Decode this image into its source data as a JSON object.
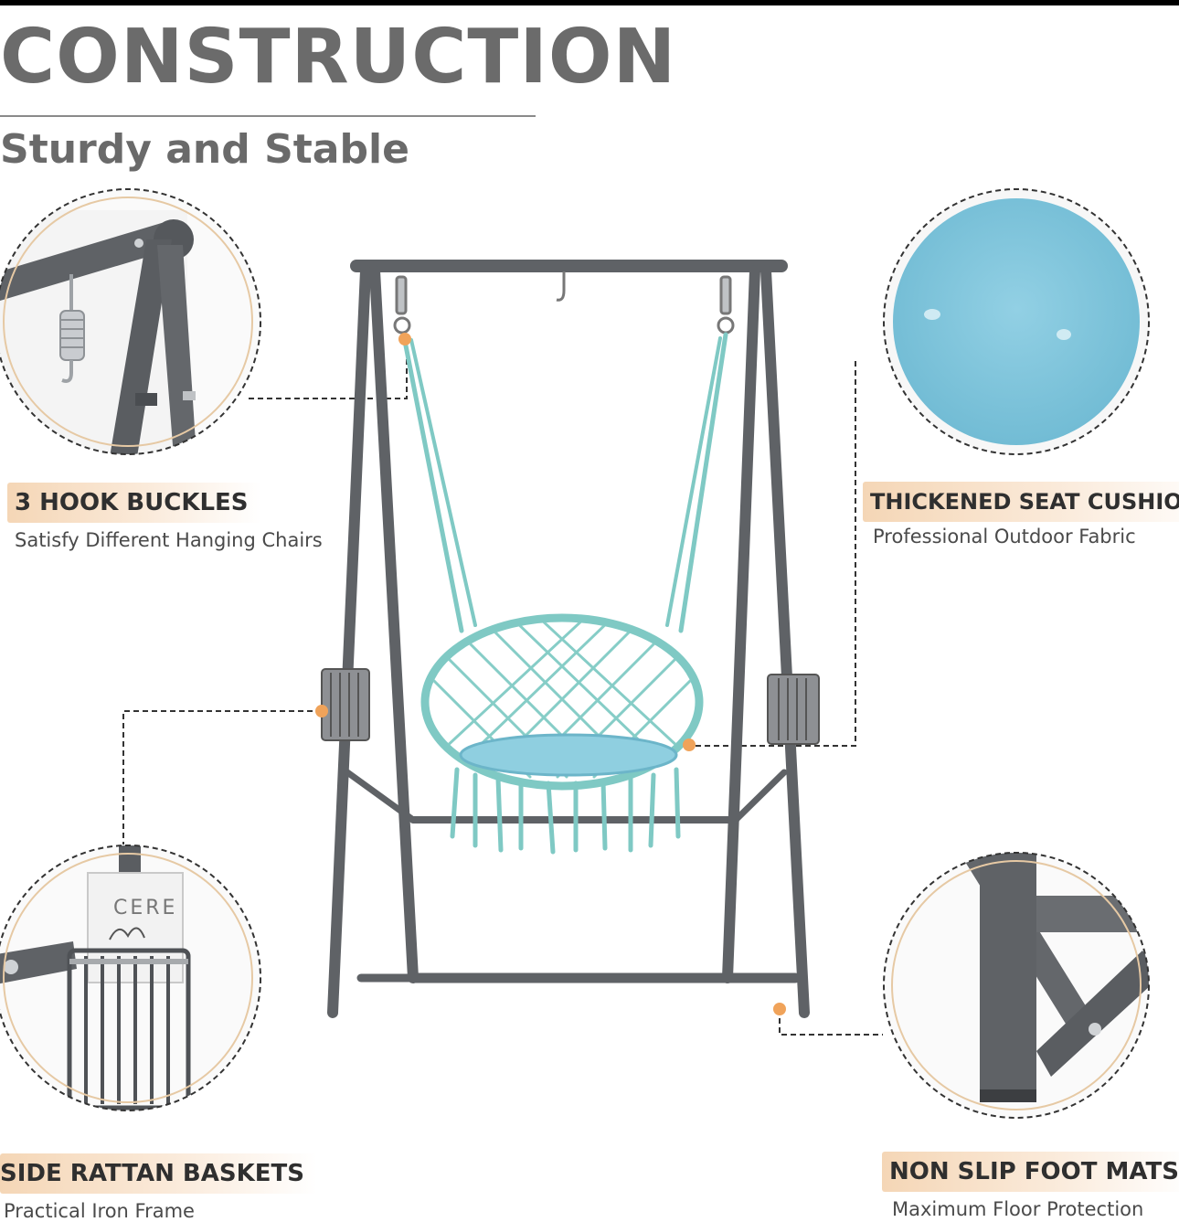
{
  "header": {
    "title": "CONSTRUCTION",
    "subtitle": "Sturdy and Stable"
  },
  "features": {
    "hooks": {
      "title": "3 HOOK BUCKLES",
      "desc": "Satisfy Different Hanging Chairs"
    },
    "cushion": {
      "title": "THICKENED SEAT CUSHIONS",
      "desc": "Professional Outdoor Fabric"
    },
    "baskets": {
      "title": "SIDE RATTAN BASKETS",
      "desc": "Practical Iron Frame"
    },
    "feet": {
      "title": "NON SLIP FOOT MATS",
      "desc": "Maximum Floor Protection"
    }
  },
  "magazine_text": "CERE",
  "colors": {
    "frame": "#5f6266",
    "rope": "#7fc9c4",
    "cushion": "#8fcfe0",
    "accent": "#f0a35a",
    "label_bg": "#f4d4b2"
  }
}
